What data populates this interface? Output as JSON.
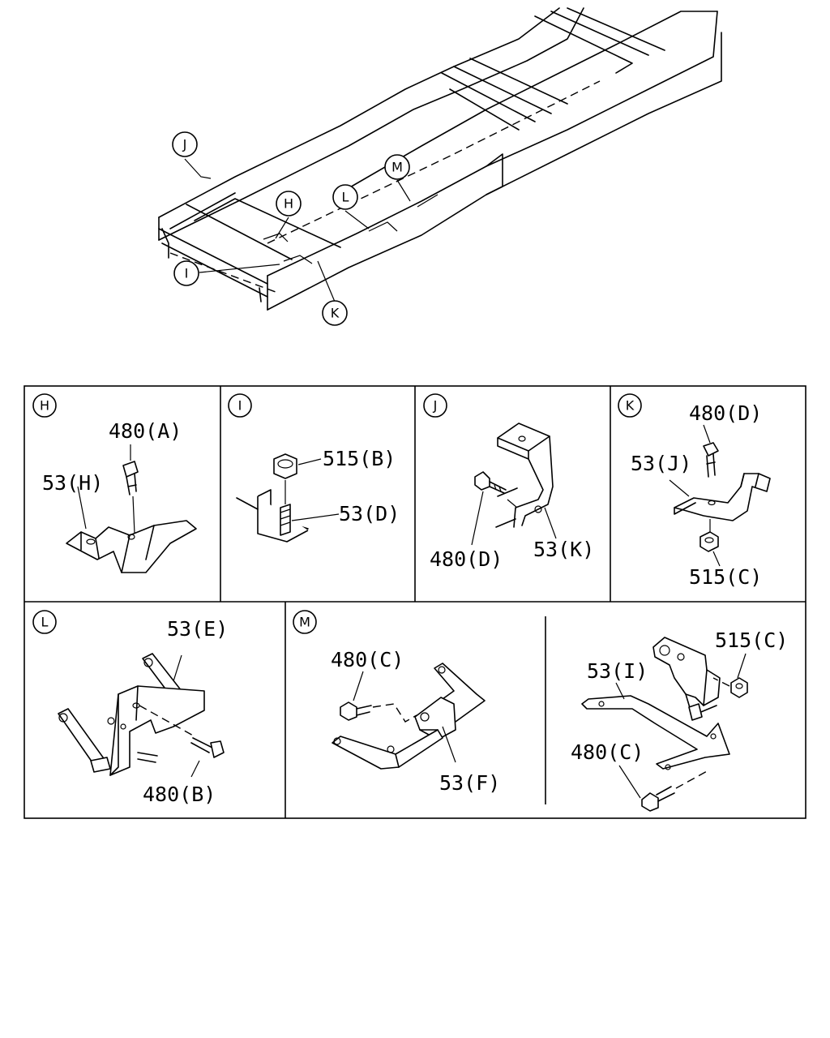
{
  "overview": {
    "callouts": [
      "J",
      "H",
      "L",
      "M",
      "I",
      "K"
    ]
  },
  "panels": {
    "H": {
      "letter": "H",
      "labels": {
        "bolt": "480(A)",
        "bracket": "53(H)"
      }
    },
    "I": {
      "letter": "I",
      "labels": {
        "nut": "515(B)",
        "bracket": "53(D)"
      }
    },
    "J": {
      "letter": "J",
      "labels": {
        "bolt": "480(D)",
        "bracket": "53(K)"
      }
    },
    "K": {
      "letter": "K",
      "labels": {
        "bolt": "480(D)",
        "bracket": "53(J)",
        "nut": "515(C)"
      }
    },
    "L": {
      "letter": "L",
      "labels": {
        "bracket": "53(E)",
        "bolt": "480(B)"
      }
    },
    "M": {
      "letter": "M",
      "labels": {
        "bolt_left": "480(C)",
        "bracket_left": "53(F)",
        "nut": "515(C)",
        "bracket_right": "53(I)",
        "bolt_right": "480(C)"
      }
    }
  }
}
